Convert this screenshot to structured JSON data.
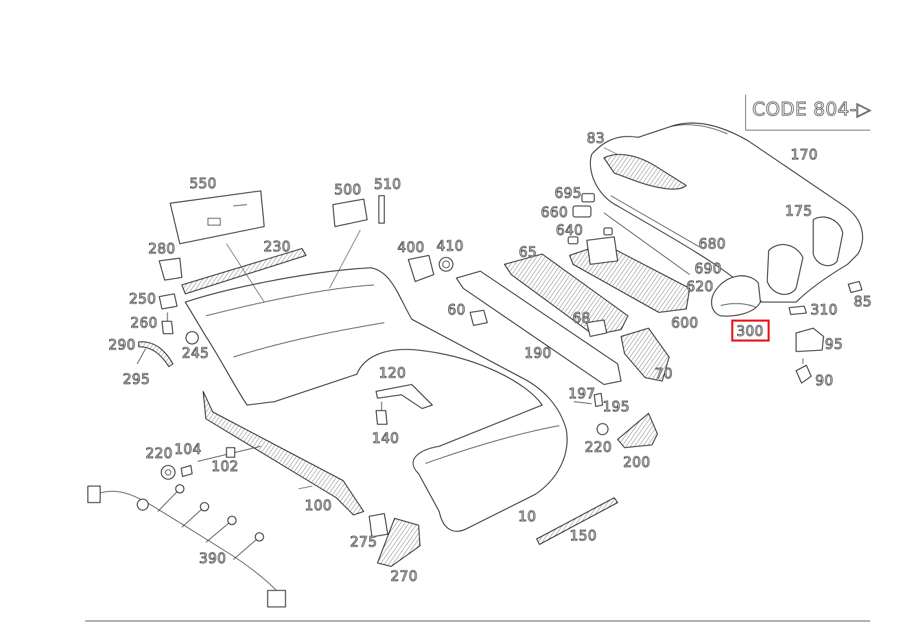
{
  "code_label": "CODE 804-▷",
  "highlight_color": "#e8141b",
  "highlighted_callout": "300",
  "callouts": [
    {
      "id": "83",
      "text": "83"
    },
    {
      "id": "170",
      "text": "170"
    },
    {
      "id": "175",
      "text": "175"
    },
    {
      "id": "550",
      "text": "550"
    },
    {
      "id": "500",
      "text": "500"
    },
    {
      "id": "510",
      "text": "510"
    },
    {
      "id": "695",
      "text": "695"
    },
    {
      "id": "660",
      "text": "660"
    },
    {
      "id": "640",
      "text": "640"
    },
    {
      "id": "680",
      "text": "680"
    },
    {
      "id": "690",
      "text": "690"
    },
    {
      "id": "620",
      "text": "620"
    },
    {
      "id": "600",
      "text": "600"
    },
    {
      "id": "85",
      "text": "85"
    },
    {
      "id": "310",
      "text": "310"
    },
    {
      "id": "300",
      "text": "300"
    },
    {
      "id": "95",
      "text": "95"
    },
    {
      "id": "90",
      "text": "90"
    },
    {
      "id": "280",
      "text": "280"
    },
    {
      "id": "230",
      "text": "230"
    },
    {
      "id": "400",
      "text": "400"
    },
    {
      "id": "410",
      "text": "410"
    },
    {
      "id": "65",
      "text": "65"
    },
    {
      "id": "250",
      "text": "250"
    },
    {
      "id": "260",
      "text": "260"
    },
    {
      "id": "245",
      "text": "245"
    },
    {
      "id": "60",
      "text": "60"
    },
    {
      "id": "68",
      "text": "68"
    },
    {
      "id": "290",
      "text": "290"
    },
    {
      "id": "295",
      "text": "295"
    },
    {
      "id": "190",
      "text": "190"
    },
    {
      "id": "70",
      "text": "70"
    },
    {
      "id": "120",
      "text": "120"
    },
    {
      "id": "197",
      "text": "197"
    },
    {
      "id": "195",
      "text": "195"
    },
    {
      "id": "140",
      "text": "140"
    },
    {
      "id": "220a",
      "text": "220"
    },
    {
      "id": "104",
      "text": "104"
    },
    {
      "id": "102",
      "text": "102"
    },
    {
      "id": "220b",
      "text": "220"
    },
    {
      "id": "200",
      "text": "200"
    },
    {
      "id": "100",
      "text": "100"
    },
    {
      "id": "10",
      "text": "10"
    },
    {
      "id": "275",
      "text": "275"
    },
    {
      "id": "150",
      "text": "150"
    },
    {
      "id": "390",
      "text": "390"
    },
    {
      "id": "270",
      "text": "270"
    }
  ]
}
